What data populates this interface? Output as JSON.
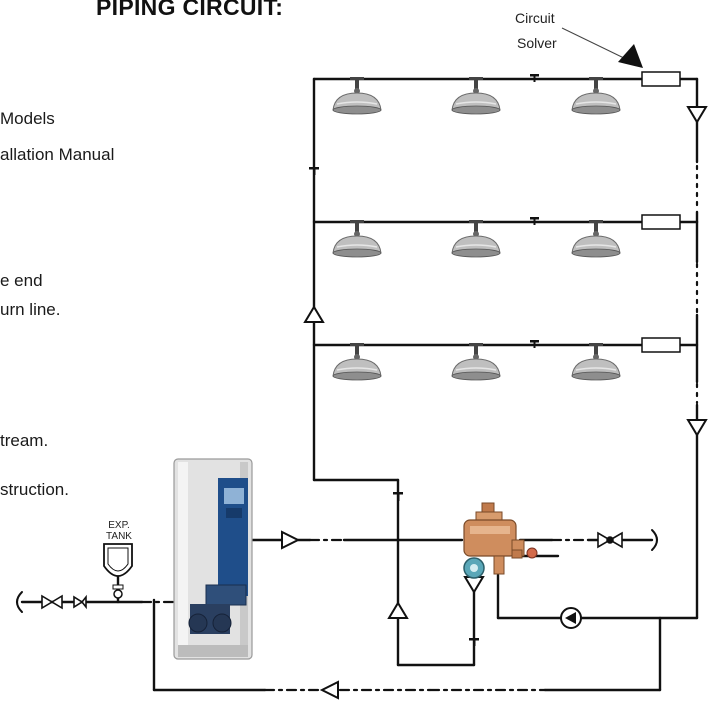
{
  "heading": "PIPING CIRCUIT:",
  "side_text": [
    "Models",
    "allation Manual",
    "e end",
    "urn line.",
    "tream.",
    "struction."
  ],
  "labels": {
    "circuit_solver_line1": "Circuit",
    "circuit_solver_line2": "Solver",
    "exp_tank_line1": "EXP.",
    "exp_tank_line2": "TANK"
  },
  "colors": {
    "pipe": "#111111",
    "heater_body": "#e4e4e4",
    "heater_panel": "#1f4e8a",
    "valve_brass": "#c88a5a",
    "gauge": "#5aa7b8",
    "shower_head": "#b5b5b5"
  },
  "icons": {
    "shower_head": "shower-head-icon",
    "circuit_solver": "circuit-solver-valve-icon",
    "check_valve": "check-valve-icon",
    "pump": "circulator-pump-icon",
    "mixing_valve": "thermostatic-mixing-valve-icon",
    "expansion_tank": "expansion-tank-icon",
    "water_heater": "water-heater-icon"
  }
}
